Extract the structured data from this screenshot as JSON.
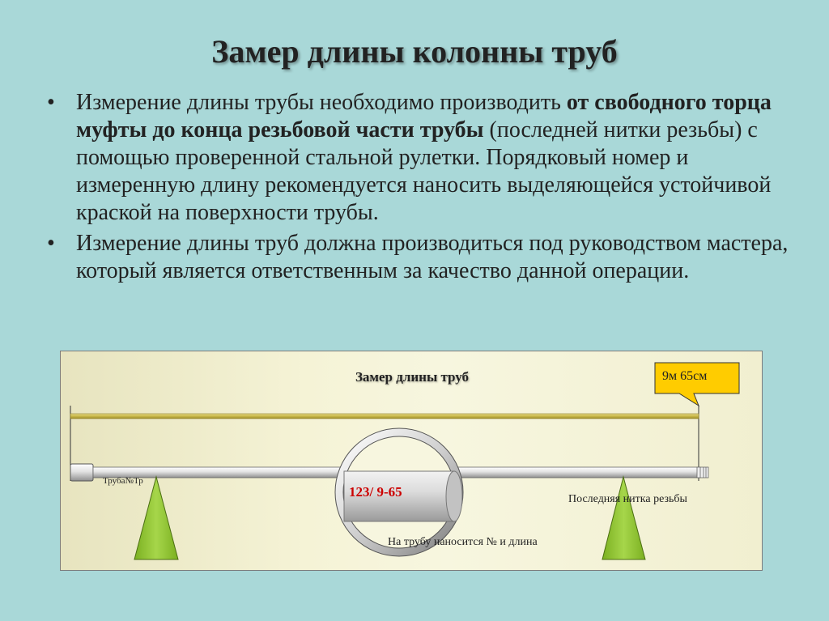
{
  "title": "Замер длины колонны труб",
  "bullets": [
    {
      "symbol": "•",
      "text_1": "Измерение длины трубы необходимо производить ",
      "bold_1": "от свободного торца муфты до конца резьбовой части трубы",
      "text_2": " (последней нитки резьбы) с помощью проверенной стальной рулетки. Порядковый номер и измеренную длину рекомендуется наносить выделяющейся устойчивой краской на поверхности трубы."
    },
    {
      "symbol": "•",
      "text_1": "Измерение длины труб должна производиться под руководством мастера, который является ответственным за качество данной операции."
    }
  ],
  "diagram": {
    "title": "Замер длины труб",
    "callout": "9м 65см",
    "pipe_label": "Труба№Тр",
    "pipe_marking": "123/ 9-65",
    "thread_label": "Последняя нитка резьбы",
    "marking_caption": "На трубу наносится № и длина",
    "colors": {
      "callout_fill": "#ffcc00",
      "tape": "#c9b84a",
      "support": "#99cc33",
      "marking_text": "#cc0000"
    }
  }
}
